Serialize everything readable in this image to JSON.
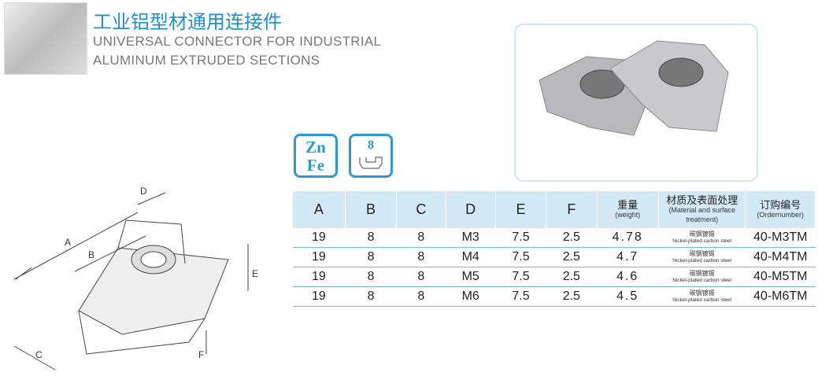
{
  "header": {
    "title_cn": "工业铝型材通用连接件",
    "title_en_1": "UNIVERSAL CONNECTOR FOR INDUSTRIAL",
    "title_en_2": "ALUMINUM EXTRUDED SECTIONS"
  },
  "badges": {
    "material_1": "Zn",
    "material_2": "Fe",
    "slot_size": "8"
  },
  "drawing": {
    "labels": [
      "A",
      "B",
      "C",
      "D",
      "E",
      "F"
    ]
  },
  "table": {
    "headers": [
      "A",
      "B",
      "C",
      "D",
      "E",
      "F"
    ],
    "weight": {
      "cn": "重量",
      "en": "(weight)"
    },
    "material": {
      "cn": "材质及表面处理",
      "en": "(Material and surface treatment)"
    },
    "order": {
      "cn": "订购编号",
      "en": "(Ordernumber)"
    },
    "rows": [
      {
        "a": "19",
        "b": "8",
        "c": "8",
        "d": "M3",
        "e": "7.5",
        "f": "2.5",
        "w": "4.78",
        "m_cn": "碳钢镀锡",
        "m_en": "Nickel-plated carbon steel",
        "o": "40-M3TM"
      },
      {
        "a": "19",
        "b": "8",
        "c": "8",
        "d": "M4",
        "e": "7.5",
        "f": "2.5",
        "w": "4.7",
        "m_cn": "碳钢镀锡",
        "m_en": "Nickel-plated carbon steel",
        "o": "40-M4TM"
      },
      {
        "a": "19",
        "b": "8",
        "c": "8",
        "d": "M5",
        "e": "7.5",
        "f": "2.5",
        "w": "4.6",
        "m_cn": "碳钢镀锡",
        "m_en": "Nickel-plated carbon steel",
        "o": "40-M5TM"
      },
      {
        "a": "19",
        "b": "8",
        "c": "8",
        "d": "M6",
        "e": "7.5",
        "f": "2.5",
        "w": "4.5",
        "m_cn": "碳钢镀锡",
        "m_en": "Nickel-plated carbon steel",
        "o": "40-M6TM"
      }
    ]
  }
}
